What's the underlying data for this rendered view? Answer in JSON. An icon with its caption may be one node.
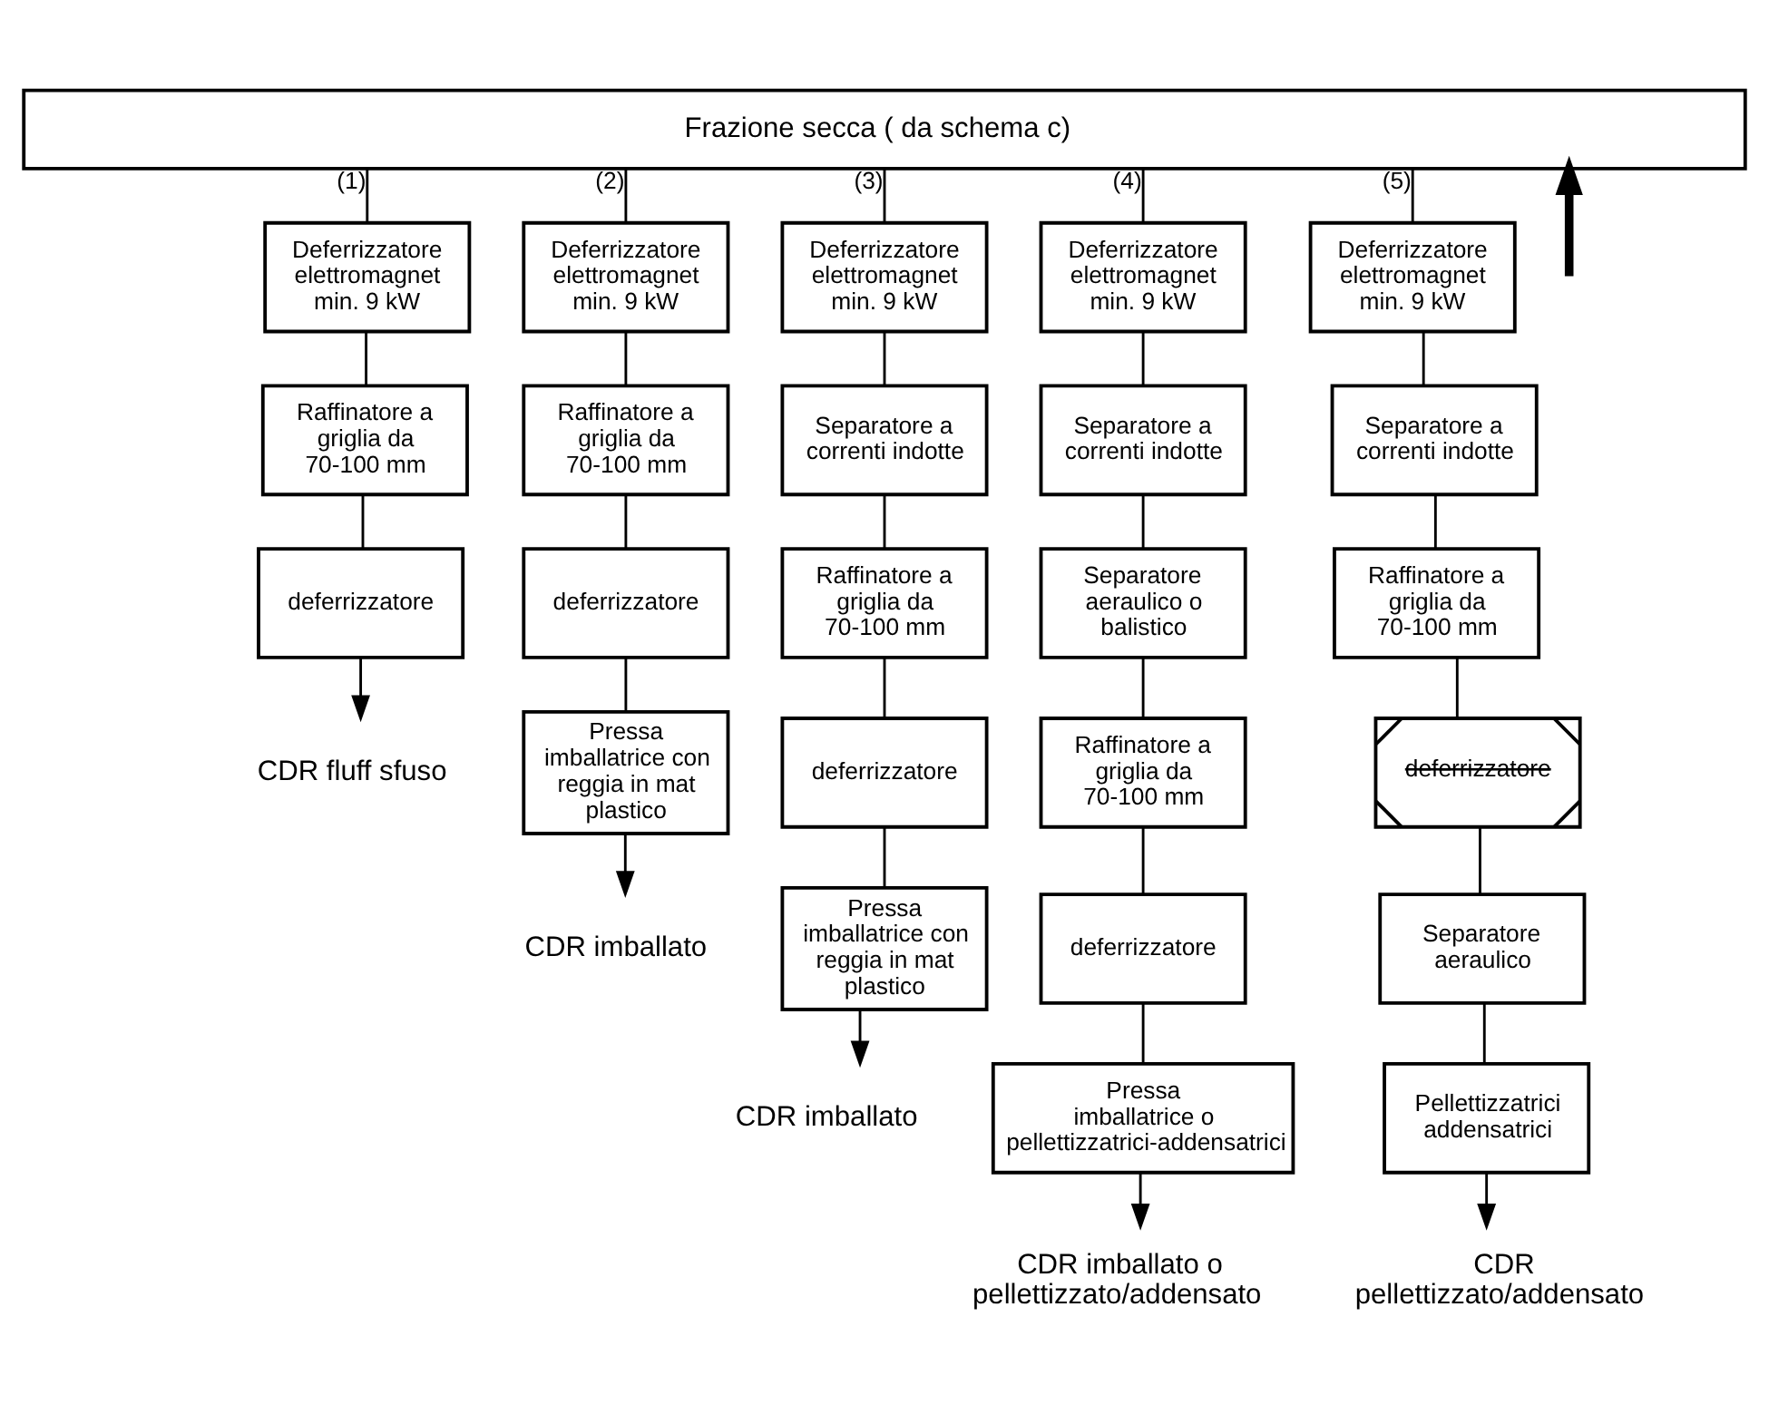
{
  "diagram": {
    "nodes": [
      {
        "text": [
          "Frazione secca ( da schema c)"
        ]
      },
      {
        "text": [
          "Deferrizzatore elettromagnet min. 9 kW"
        ]
      },
      {
        "text": [
          "Raffinatore a griglia da 70-100 mm"
        ]
      },
      {
        "text": [
          "deferrizzatore"
        ]
      },
      {
        "text": [
          "CDR fluff sfuso"
        ]
      },
      {
        "text": [
          "Deferrizzatore elettromagnet min. 9 kW"
        ]
      },
      {
        "text": [
          "Raffinatore a griglia da 70-100 mm"
        ]
      },
      {
        "text": [
          "deferrizzatore"
        ]
      },
      {
        "text": [
          "Pressa imballatrice con reggia in mat plastico"
        ]
      },
      {
        "text": [
          "CDR imballato"
        ]
      },
      {
        "text": [
          "Deferrizzatore elettromagnet min. 9 kW"
        ]
      },
      {
        "text": [
          "Separatore a correnti indotte"
        ]
      },
      {
        "text": [
          "Raffinatore a griglia da 70-100 mm"
        ]
      },
      {
        "text": [
          "deferrizzatore"
        ]
      },
      {
        "text": [
          "Pressa imballatrice con reggia in mat plastico"
        ]
      },
      {
        "text": [
          "CDR imballato"
        ]
      },
      {
        "text": [
          "Deferrizzatore elettromagnet min. 9 kW"
        ]
      },
      {
        "text": [
          "Separatore a correnti indotte"
        ]
      },
      {
        "text": [
          "Separatore aeraulico o balistico"
        ]
      },
      {
        "text": [
          "Raffinatore a griglia da 70-100 mm"
        ]
      },
      {
        "text": [
          "deferrizzatore"
        ]
      },
      {
        "text": [
          "Pressa imballatrice o pellettizzatrici-addensatrici"
        ]
      },
      {
        "text": [
          "CDR imballato o pellettizzato/addensato"
        ]
      },
      {
        "text": [
          "Deferrizzatore elettromagnet min. 9 kW"
        ]
      },
      {
        "text": [
          "Separatore a correnti indotte"
        ]
      },
      {
        "text": [
          "Raffinatore a griglia da 70-100 mm"
        ]
      },
      {
        "text": [
          "deferrizzatore"
        ]
      },
      {
        "text": [
          "Separatore aeraulico"
        ]
      },
      {
        "text": [
          "Pellettizzatrici addensatrici"
        ]
      },
      {
        "text": [
          "CDR pellettizzato/addensato"
        ]
      }
    ],
    "edges": [
      {
        "from": 0,
        "to": 1,
        "arrow": "none",
        "label": "(1)"
      },
      {
        "from": 0,
        "to": 5,
        "arrow": "none",
        "label": "(2)"
      },
      {
        "from": 0,
        "to": 10,
        "arrow": "none",
        "label": "(3)"
      },
      {
        "from": 0,
        "to": 16,
        "arrow": "none",
        "label": "(4)"
      },
      {
        "from": 0,
        "to": 23,
        "arrow": "none",
        "label": "(5)"
      },
      {
        "from": null,
        "to": 0,
        "arrow": "to",
        "style": "thick"
      },
      {
        "from": 1,
        "to": 2,
        "arrow": "none"
      },
      {
        "from": 2,
        "to": 3,
        "arrow": "none"
      },
      {
        "from": 3,
        "to": 4,
        "arrow": "to"
      },
      {
        "from": 5,
        "to": 6,
        "arrow": "none"
      },
      {
        "from": 6,
        "to": 7,
        "arrow": "none"
      },
      {
        "from": 7,
        "to": 8,
        "arrow": "none"
      },
      {
        "from": 8,
        "to": 9,
        "arrow": "to"
      },
      {
        "from": 10,
        "to": 11,
        "arrow": "none"
      },
      {
        "from": 11,
        "to": 12,
        "arrow": "none"
      },
      {
        "from": 12,
        "to": 13,
        "arrow": "none"
      },
      {
        "from": 13,
        "to": 14,
        "arrow": "none"
      },
      {
        "from": 14,
        "to": 15,
        "arrow": "to"
      },
      {
        "from": 16,
        "to": 17,
        "arrow": "none"
      },
      {
        "from": 17,
        "to": 18,
        "arrow": "none"
      },
      {
        "from": 18,
        "to": 19,
        "arrow": "none"
      },
      {
        "from": 19,
        "to": 20,
        "arrow": "none"
      },
      {
        "from": 20,
        "to": 21,
        "arrow": "none"
      },
      {
        "from": 21,
        "to": 22,
        "arrow": "to"
      },
      {
        "from": 23,
        "to": 24,
        "arrow": "none"
      },
      {
        "from": 24,
        "to": 25,
        "arrow": "none"
      },
      {
        "from": 25,
        "to": 26,
        "arrow": "none"
      },
      {
        "from": 26,
        "to": 27,
        "arrow": "none"
      },
      {
        "from": 27,
        "to": 28,
        "arrow": "none"
      },
      {
        "from": 28,
        "to": 29,
        "arrow": "to"
      }
    ]
  }
}
